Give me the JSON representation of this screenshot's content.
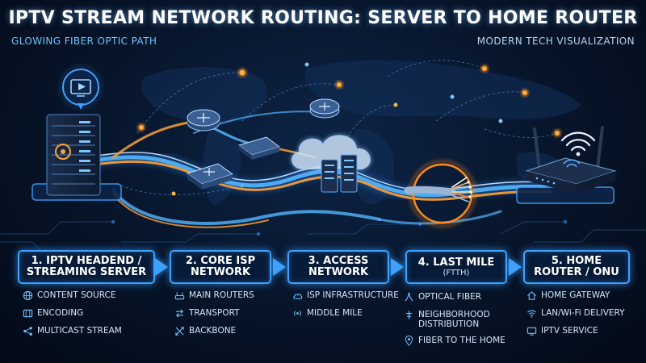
{
  "header": {
    "title": "IPTV STREAM NETWORK ROUTING: SERVER TO HOME ROUTER",
    "subtitle_left": "GLOWING FIBER OPTIC PATH",
    "subtitle_right": "MODERN TECH VISUALIZATION"
  },
  "stages": [
    {
      "line1": "1. IPTV HEADEND /",
      "line2": "STREAMING SERVER",
      "items": [
        "CONTENT SOURCE",
        "ENCODING",
        "MULTICAST STREAM"
      ],
      "icons": [
        "globe-icon",
        "film-icon",
        "share-icon"
      ]
    },
    {
      "line1": "2. CORE ISP",
      "line2": "NETWORK",
      "items": [
        "MAIN ROUTERS",
        "TRANSPORT",
        "BACKBONE"
      ],
      "icons": [
        "router-icon",
        "swap-arrows-icon",
        "crossed-arrows-icon"
      ]
    },
    {
      "line1": "3. ACCESS",
      "line2": "NETWORK",
      "items": [
        "ISP INFRASTRUCTURE",
        "MIDDLE MILE"
      ],
      "icons": [
        "cloud-icon",
        "broadcast-icon"
      ]
    },
    {
      "line1": "4. LAST MILE",
      "line2": "(FTTH)",
      "items": [
        "OPTICAL FIBER",
        "NEIGHBORHOOD DISTRIBUTION",
        "FIBER TO THE HOME"
      ],
      "icons": [
        "fiber-icon",
        "distribution-icon",
        "location-pin-icon"
      ]
    },
    {
      "line1": "5. HOME",
      "line2": "ROUTER / ONU",
      "items": [
        "HOME GATEWAY",
        "LAN/Wi-Fi DELIVERY",
        "IPTV SERVICE"
      ],
      "icons": [
        "home-icon",
        "wifi-icon",
        "monitor-icon"
      ]
    }
  ],
  "colors": {
    "accent": "#3da2ff",
    "glow_orange": "#ff9a2e",
    "background": "#071429"
  }
}
